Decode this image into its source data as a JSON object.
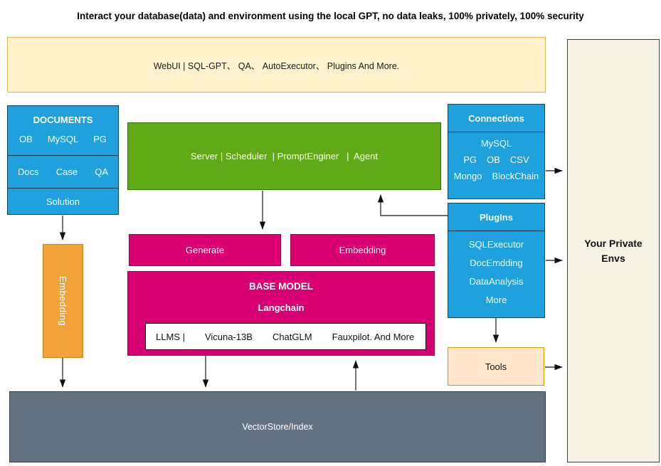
{
  "title": "Interact your database(data) and environment using the local GPT, no data leaks, 100% privately, 100% security",
  "webui": {
    "label": "WebUI | SQL-GPT、 QA、 AutoExecutor、 Plugins And More."
  },
  "documents": {
    "title": "DOCUMENTS",
    "row1": [
      "OB",
      "MySQL",
      "PG"
    ],
    "row2": [
      "Docs",
      "Case",
      "QA"
    ],
    "row3": "Solution"
  },
  "server": {
    "label": "Server | Scheduler  | PromptEnginer   |  Agent"
  },
  "connections": {
    "title": "Connections",
    "row1": "MySQL",
    "row2": [
      "PG",
      "OB",
      "CSV"
    ],
    "row3": [
      "Mongo",
      "BlockChain"
    ]
  },
  "plugins": {
    "title": "PlugIns",
    "items": [
      "SQLExecutor",
      "DocEmdding",
      "DataAnalysis",
      "More"
    ]
  },
  "generate": {
    "label": "Generate"
  },
  "embedding_service": {
    "label": "Embedding"
  },
  "base_model": {
    "title": "BASE MODEL",
    "subtitle": "Langchain",
    "models": [
      "LLMS |",
      "Vicuna-13B",
      "ChatGLM",
      "Fauxpilot. And More"
    ]
  },
  "embedding_pipeline": {
    "label": "Embedding"
  },
  "vector_store": {
    "label": "VectorStore/Index"
  },
  "tools": {
    "label": "Tools"
  },
  "private_envs": {
    "line1": "Your Private",
    "line2": "Envs"
  },
  "colors": {
    "blue": "#1FA1DE",
    "green": "#60A917",
    "magenta": "#D80073",
    "amber": "#F0A339",
    "slate_gray": "#64717F",
    "light_yellow": "#FFF2CC",
    "peach": "#FFE6CC",
    "cream_paper": "#F7F3E7"
  }
}
